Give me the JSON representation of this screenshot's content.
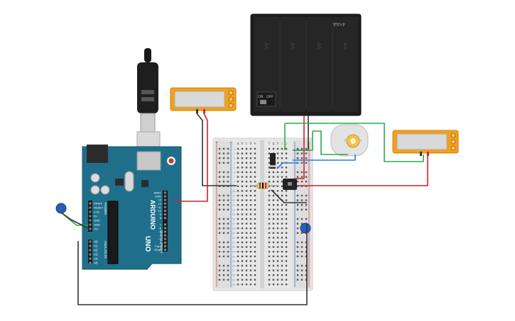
{
  "battery": {
    "on_label": "ON",
    "off_label": "OFF",
    "model_label": "4×AA"
  },
  "arduino": {
    "brand": "ARDUINO",
    "model": "UNO",
    "power_header": "POWER",
    "analog_header": "ANALOG IN",
    "digital_header": "DIGITAL (PWM~)",
    "power_pins": [
      "IOREF",
      "RESET",
      "3.3V",
      "5V",
      "GND",
      "GND",
      "Vin"
    ],
    "analog_pins": [
      "A0",
      "A1",
      "A2",
      "A3",
      "A4",
      "A5"
    ],
    "top_pins": [
      "AREF",
      "GND",
      "13",
      "12",
      "~11",
      "~10",
      "~9",
      "8"
    ],
    "bottom_pins": [
      "7",
      "~6",
      "~5",
      "4",
      "~3",
      "2",
      "TX▸1",
      "RX◂0"
    ]
  },
  "breadboard": {
    "columns": [
      "a",
      "b",
      "c",
      "d",
      "e",
      "f",
      "g",
      "h",
      "i",
      "j"
    ],
    "rows": [
      "1",
      "2",
      "3",
      "4",
      "5",
      "6",
      "7",
      "8",
      "9",
      "10",
      "11",
      "12",
      "13",
      "14",
      "15",
      "16",
      "17",
      "18",
      "19",
      "20",
      "21",
      "22",
      "23",
      "24",
      "25",
      "26",
      "27",
      "28",
      "29",
      "30"
    ],
    "plus": "+",
    "minus": "−"
  },
  "colors": {
    "wire_red": "#d2202a",
    "wire_green": "#2ea84a",
    "wire_blue": "#2a7fd4",
    "wire_black": "#333333",
    "arduino_board": "#1f6f8b",
    "multimeter": "#f3a11c",
    "battery_case": "#1e1e1e",
    "breadboard": "#e7e7e7"
  }
}
